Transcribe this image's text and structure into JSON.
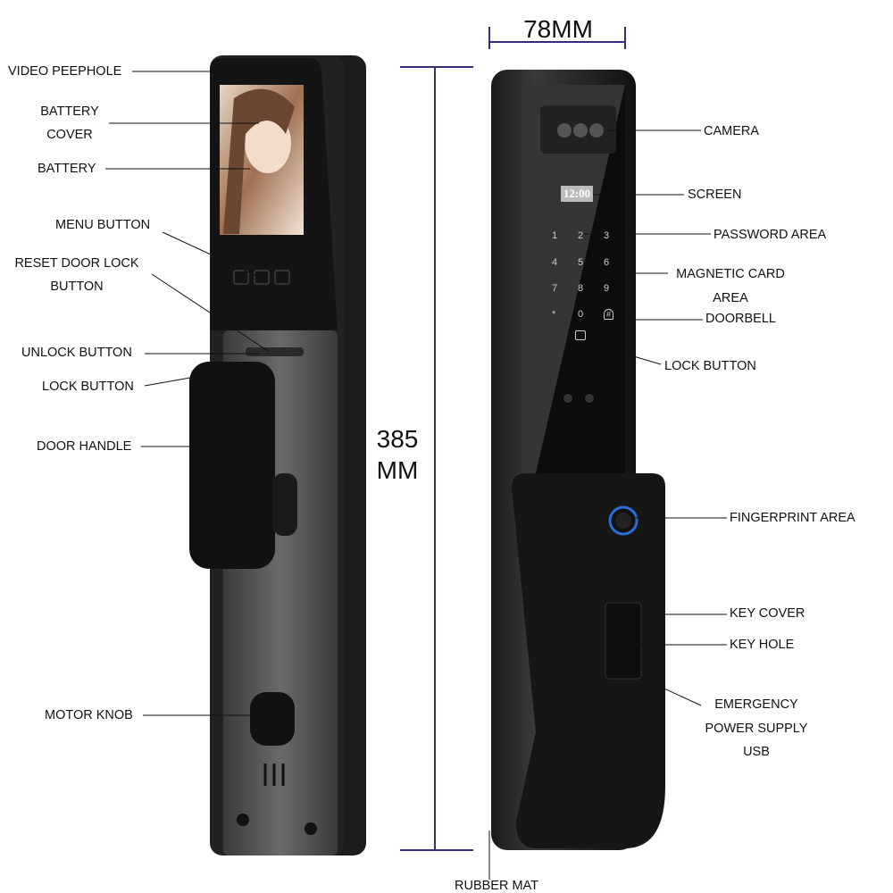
{
  "dimensions": {
    "width": "78MM",
    "height_value": "385",
    "height_unit": "MM"
  },
  "left_labels": {
    "video_peephole": "VIDEO PEEPHOLE",
    "battery_cover_1": "BATTERY",
    "battery_cover_2": "COVER",
    "battery": "BATTERY",
    "menu_button": "MENU BUTTON",
    "reset_1": "RESET DOOR LOCK",
    "reset_2": "BUTTON",
    "unlock_button": "UNLOCK BUTTON",
    "lock_button": "LOCK BUTTON",
    "door_handle": "DOOR HANDLE",
    "motor_knob": "MOTOR KNOB"
  },
  "right_labels": {
    "camera": "CAMERA",
    "screen": "SCREEN",
    "password_area": "PASSWORD AREA",
    "magnetic_1": "MAGNETIC CARD",
    "magnetic_2": "AREA",
    "doorbell": "DOORBELL",
    "lock_button": "LOCK BUTTON",
    "fingerprint_area": "FINGERPRINT AREA",
    "key_cover": "KEY COVER",
    "key_hole": "KEY HOLE",
    "emergency_1": "EMERGENCY",
    "emergency_2": "POWER SUPPLY",
    "emergency_3": "USB",
    "rubber_mat": "RUBBER MAT"
  },
  "device_screen": {
    "time": "12:00"
  },
  "keypad": [
    "1",
    "2",
    "3",
    "4",
    "5",
    "6",
    "7",
    "8",
    "9",
    "*",
    "0",
    "#"
  ],
  "colors": {
    "accent": "#3a2a7a",
    "fingerprint": "#2a6fd6"
  }
}
